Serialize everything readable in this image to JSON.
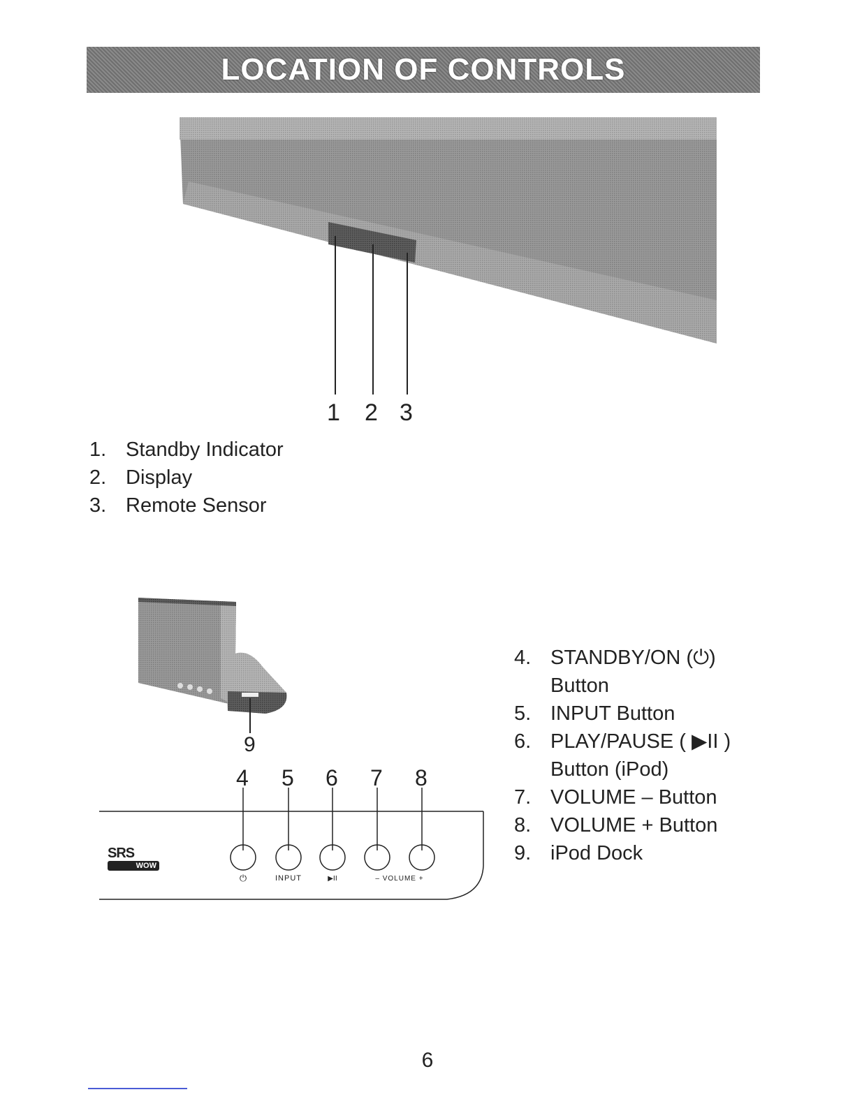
{
  "header": {
    "title": "LOCATION OF CONTROLS"
  },
  "top_callouts": [
    "1",
    "2",
    "3"
  ],
  "top_items": [
    {
      "num": "1.",
      "label": "Standby Indicator"
    },
    {
      "num": "2.",
      "label": "Display"
    },
    {
      "num": "3.",
      "label": "Remote Sensor"
    }
  ],
  "bottom_callouts": {
    "dock": "9",
    "buttons": [
      "4",
      "5",
      "6",
      "7",
      "8"
    ]
  },
  "panel_labels": {
    "power": "⏻",
    "input": "INPUT",
    "play": "▶II",
    "volume": "– VOLUME +"
  },
  "logo": {
    "text": "SRS",
    "sub": "WOW"
  },
  "bottom_items": [
    {
      "num": "4.",
      "label": "STANDBY/ON (⏻)",
      "line2": "Button"
    },
    {
      "num": "5.",
      "label": "INPUT Button"
    },
    {
      "num": "6.",
      "label": "PLAY/PAUSE ( ▶II )",
      "line2": "Button (iPod)"
    },
    {
      "num": "7.",
      "label": "VOLUME – Button"
    },
    {
      "num": "8.",
      "label": "VOLUME + Button"
    },
    {
      "num": "9.",
      "label": "iPod Dock"
    }
  ],
  "page_number": "6"
}
